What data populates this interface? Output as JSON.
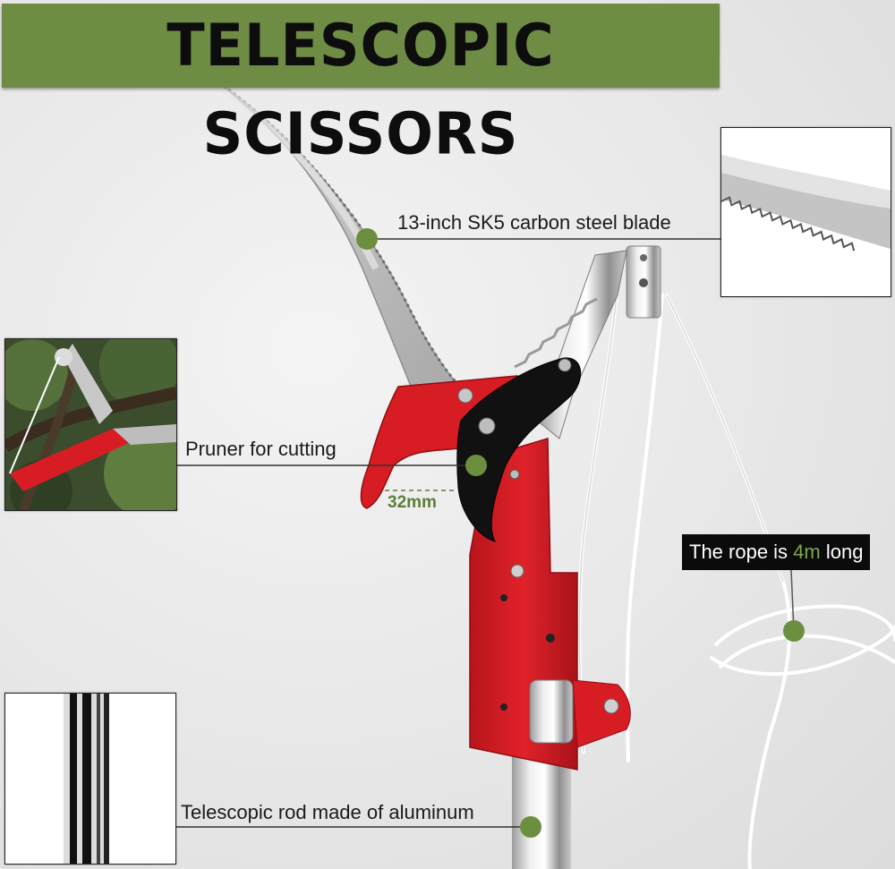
{
  "title": "TELESCOPIC SCISSORS",
  "callouts": {
    "blade": "13-inch SK5 carbon steel blade",
    "pruner": "Pruner for cutting",
    "opening": "32mm",
    "rope_prefix": "The rope is ",
    "rope_value": "4m",
    "rope_suffix": " long",
    "rod": "Telescopic rod made of aluminum"
  },
  "colors": {
    "accent_green": "#6f8c45",
    "marker_green": "#6b8f3e",
    "tool_red": "#d81c24",
    "jaw_black": "#111111"
  }
}
